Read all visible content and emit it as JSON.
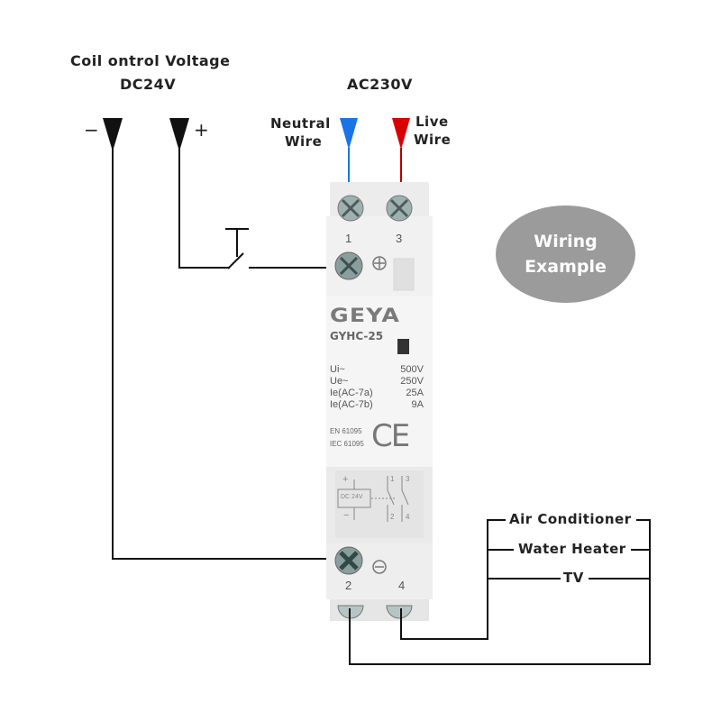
{
  "coil": {
    "title": "Coil ontrol Voltage",
    "voltage": "DC24V",
    "minus": "−",
    "plus": "+"
  },
  "mains": {
    "voltage": "AC230V",
    "neutral_line1": "Neutral",
    "neutral_line2": "Wire",
    "live_line1": "Live",
    "live_line2": "Wire",
    "neutral_color": "#1a74e8",
    "live_color": "#d90000"
  },
  "bubble": {
    "line1": "Wiring",
    "line2": "Example",
    "color": "#9b9b9b"
  },
  "device": {
    "brand": "GEYA",
    "model": "GYHC-25",
    "terminal_top_left": "1",
    "terminal_top_right": "3",
    "terminal_bottom_left": "2",
    "terminal_bottom_right": "4",
    "specs": [
      {
        "label": "Ui~",
        "value": "500V"
      },
      {
        "label": "Ue~",
        "value": "250V"
      },
      {
        "label": "Ie(AC-7a)",
        "value": "25A"
      },
      {
        "label": "Ie(AC-7b)",
        "value": "9A"
      }
    ],
    "standards": [
      "EN 61095",
      "IEC 61095"
    ],
    "ce_mark": "CE",
    "schematic": {
      "plus": "+",
      "minus": "−",
      "coil_label": "DC 24V",
      "n1": "1",
      "n2": "2",
      "n3": "3",
      "n4": "4"
    }
  },
  "loads": [
    {
      "label": "Air Conditioner"
    },
    {
      "label": "Water Heater"
    },
    {
      "label": "TV"
    }
  ]
}
